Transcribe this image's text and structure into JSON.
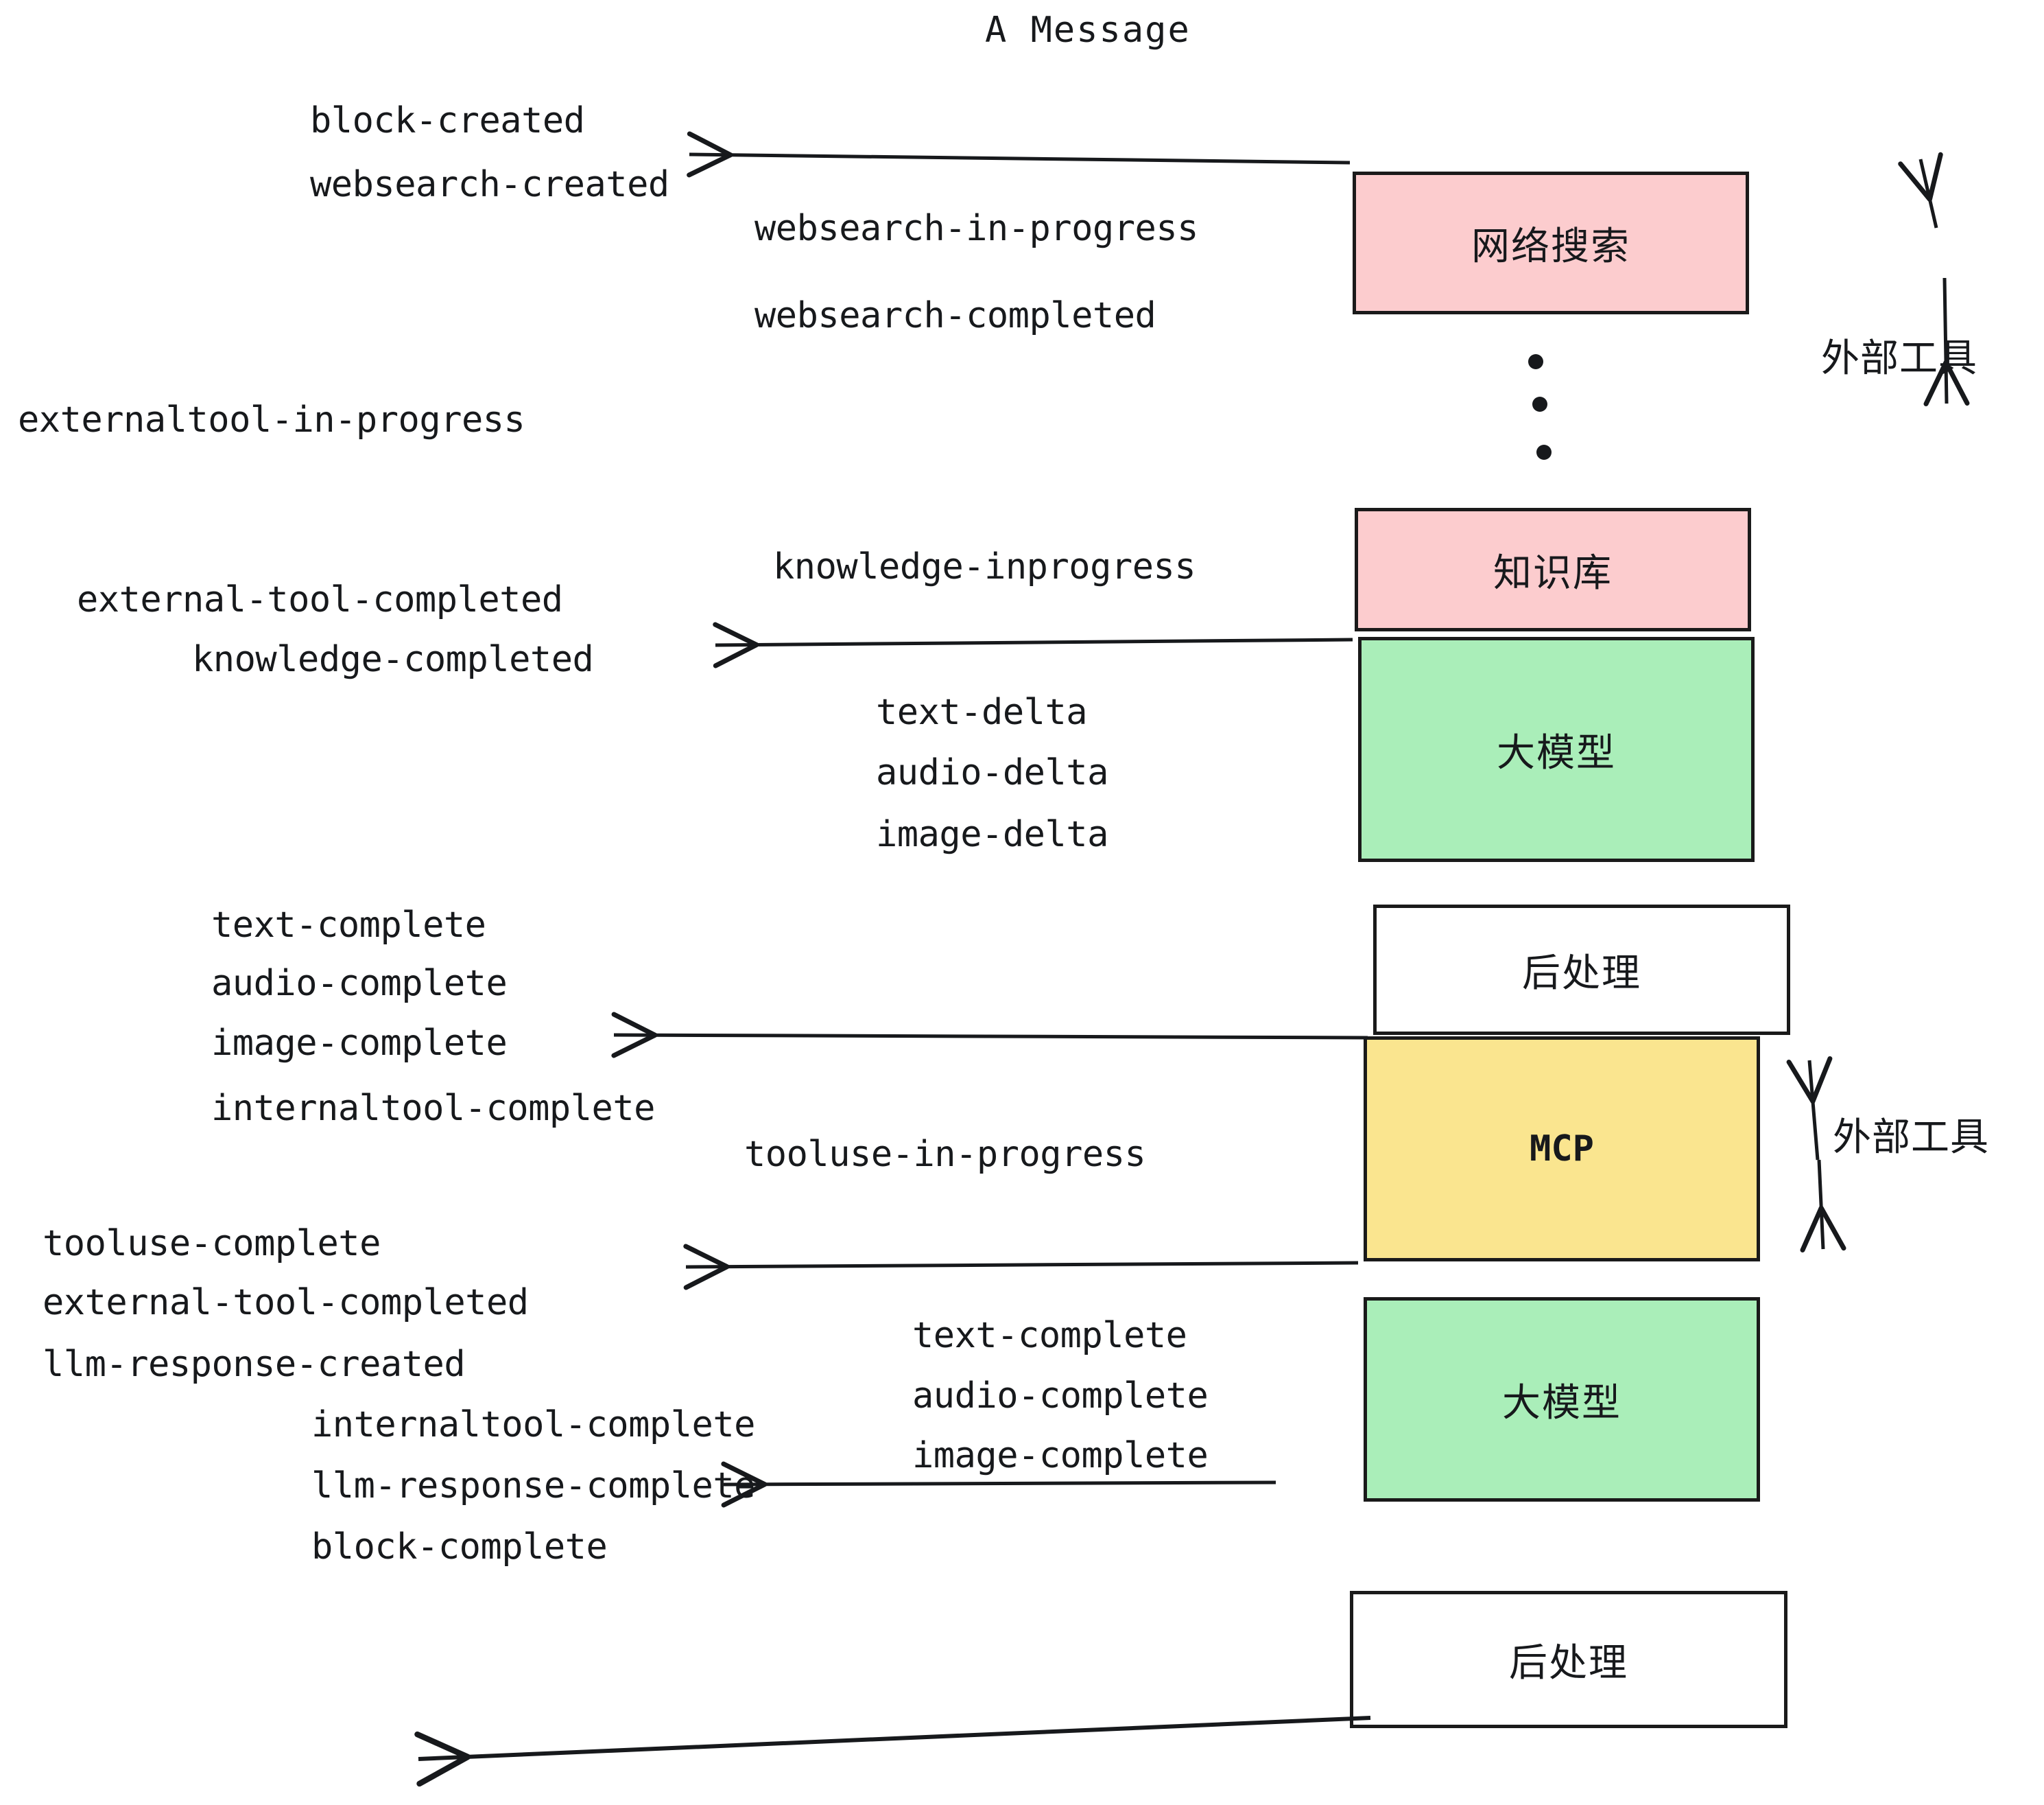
{
  "diagram": {
    "title": "A Message",
    "colors": {
      "external_tool_fill": "#fcccce",
      "llm_fill": "#aaeeb9",
      "mcp_fill": "#fae58f",
      "postprocess_fill": "#ffffff",
      "stroke": "#1a1a1a",
      "text": "#17191c",
      "background": "#ffffff"
    },
    "boxes": [
      {
        "id": "websearch",
        "label": "网络搜索",
        "kind": "external-tool"
      },
      {
        "id": "knowledge",
        "label": "知识库",
        "kind": "external-tool"
      },
      {
        "id": "llm-1",
        "label": "大模型",
        "kind": "llm"
      },
      {
        "id": "postprocess-1",
        "label": "后处理",
        "kind": "postprocess"
      },
      {
        "id": "mcp",
        "label": "MCP",
        "kind": "mcp"
      },
      {
        "id": "llm-2",
        "label": "大模型",
        "kind": "llm"
      },
      {
        "id": "postprocess-2",
        "label": "后处理",
        "kind": "postprocess"
      }
    ],
    "side_labels": [
      {
        "id": "external-tool-span-top",
        "label": "外部工具"
      },
      {
        "id": "external-tool-span-bottom",
        "label": "外部工具"
      }
    ],
    "events": [
      {
        "id": "e01",
        "text": "block-created"
      },
      {
        "id": "e02",
        "text": "websearch-created"
      },
      {
        "id": "e03",
        "text": "websearch-in-progress"
      },
      {
        "id": "e04",
        "text": "websearch-completed"
      },
      {
        "id": "e05",
        "text": "externaltool-in-progress"
      },
      {
        "id": "e06",
        "text": "knowledge-inprogress"
      },
      {
        "id": "e07",
        "text": "external-tool-completed"
      },
      {
        "id": "e08",
        "text": "knowledge-completed"
      },
      {
        "id": "e09",
        "text": "text-delta"
      },
      {
        "id": "e10",
        "text": "audio-delta"
      },
      {
        "id": "e11",
        "text": "image-delta"
      },
      {
        "id": "e12",
        "text": "text-complete"
      },
      {
        "id": "e13",
        "text": "audio-complete"
      },
      {
        "id": "e14",
        "text": "image-complete"
      },
      {
        "id": "e15",
        "text": "internaltool-complete"
      },
      {
        "id": "e16",
        "text": "tooluse-in-progress"
      },
      {
        "id": "e17",
        "text": "tooluse-complete"
      },
      {
        "id": "e18",
        "text": "external-tool-completed"
      },
      {
        "id": "e19",
        "text": "llm-response-created"
      },
      {
        "id": "e20",
        "text": "text-complete"
      },
      {
        "id": "e21",
        "text": "audio-complete"
      },
      {
        "id": "e22",
        "text": "image-complete"
      },
      {
        "id": "e23",
        "text": "internaltool-complete"
      },
      {
        "id": "e24",
        "text": "llm-response-complete"
      },
      {
        "id": "e25",
        "text": "block-complete"
      }
    ],
    "ellipsis_dots": 3
  }
}
